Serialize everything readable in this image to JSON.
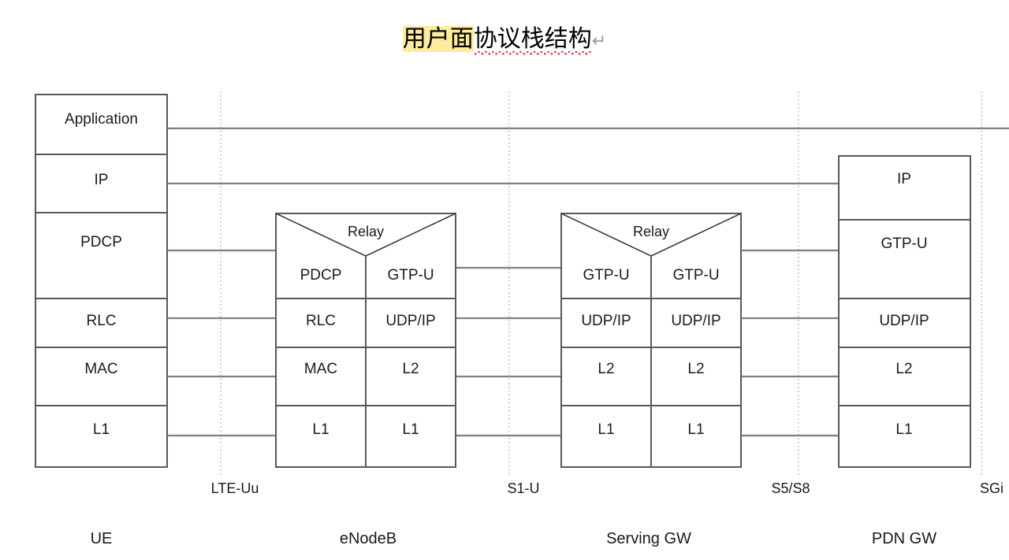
{
  "title": {
    "highlighted": "用户面",
    "rest": "协议栈结构",
    "pilcrow": "↵",
    "highlight_color": "#fdec9a",
    "spellcheck_underline_color": "#e03030"
  },
  "diagram": {
    "type": "protocol-stack",
    "nodes": [
      {
        "id": "ue",
        "label": "UE",
        "columns": [
          {
            "layers": [
              "Application",
              "IP",
              "PDCP",
              "RLC",
              "MAC",
              "L1"
            ]
          }
        ],
        "relay": null
      },
      {
        "id": "enodeb",
        "label": "eNodeB",
        "relay": "Relay",
        "columns": [
          {
            "layers": [
              "PDCP",
              "RLC",
              "MAC",
              "L1"
            ]
          },
          {
            "layers": [
              "GTP-U",
              "UDP/IP",
              "L2",
              "L1"
            ]
          }
        ]
      },
      {
        "id": "serving-gw",
        "label": "Serving GW",
        "relay": "Relay",
        "columns": [
          {
            "layers": [
              "GTP-U",
              "UDP/IP",
              "L2",
              "L1"
            ]
          },
          {
            "layers": [
              "GTP-U",
              "UDP/IP",
              "L2",
              "L1"
            ]
          }
        ]
      },
      {
        "id": "pdn-gw",
        "label": "PDN GW",
        "relay": null,
        "columns": [
          {
            "layers": [
              "IP",
              "GTP-U",
              "UDP/IP",
              "L2",
              "L1"
            ]
          }
        ]
      }
    ],
    "interfaces": [
      {
        "id": "lte-uu",
        "label": "LTE-Uu"
      },
      {
        "id": "s1-u",
        "label": "S1-U"
      },
      {
        "id": "s5-s8",
        "label": "S5/S8"
      },
      {
        "id": "sgi",
        "label": "SGi"
      }
    ],
    "colors": {
      "box_stroke": "#595959",
      "connector": "#808080",
      "interface_dash": "#bdbdbd",
      "text": "#1a1a1a",
      "background": "#ffffff"
    }
  }
}
